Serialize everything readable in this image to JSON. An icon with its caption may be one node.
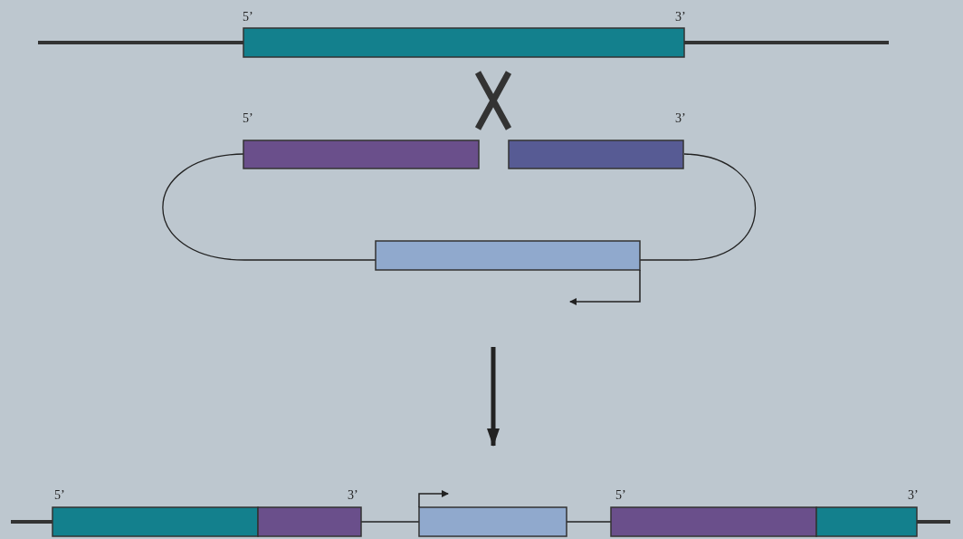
{
  "diagram": {
    "labels": [
      "5’",
      "3’",
      "5’",
      "3’",
      "5’",
      "3’",
      "5’",
      "3’"
    ]
  }
}
